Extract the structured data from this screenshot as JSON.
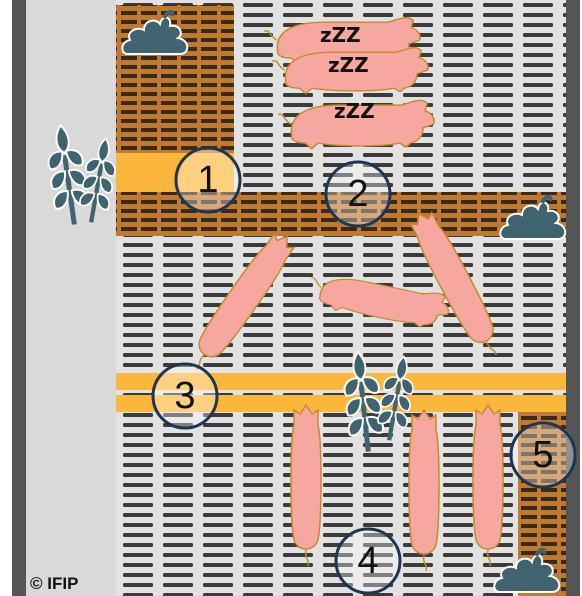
{
  "colors": {
    "wall": "#555555",
    "aisle": "#d9d9d9",
    "slat_floor": "#d6d6d6",
    "slat_gap": "#3a3a3a",
    "solid_floor": "#c07a30",
    "trough": "#fbb73b",
    "pig": "#f6a8a0",
    "pig_outline": "#c58a2a",
    "dung": "#3f6470",
    "feed_plant": "#3f6470",
    "circle_stroke": "#1f3550"
  },
  "zones": [
    {
      "number": "1"
    },
    {
      "number": "2"
    },
    {
      "number": "3"
    },
    {
      "number": "4"
    },
    {
      "number": "5"
    }
  ],
  "sleeping_marks": [
    "zZZ",
    "zZZ",
    "zZZ"
  ],
  "copyright": "© IFIP",
  "icons": {
    "dung": "dung-icon",
    "feed": "wheat-icon",
    "pig": "pig-icon"
  }
}
